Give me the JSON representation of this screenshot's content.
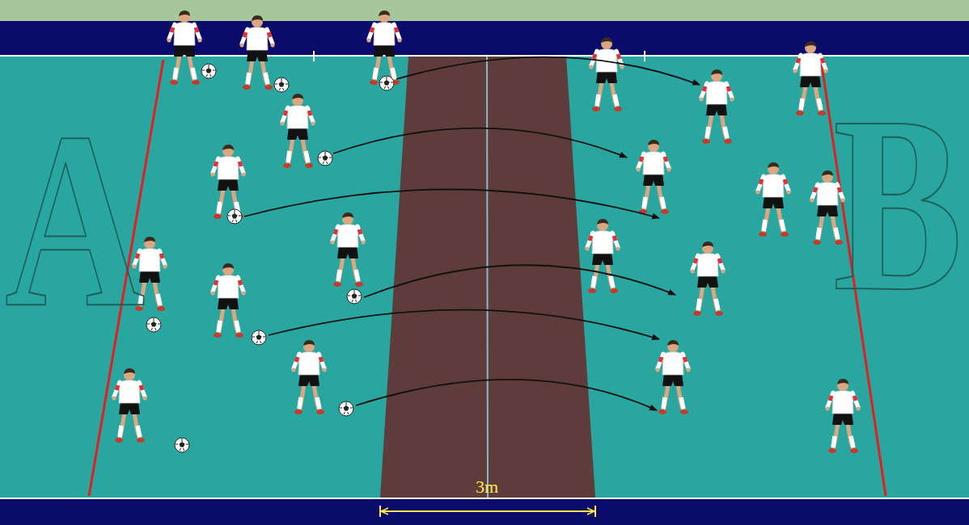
{
  "diagram": {
    "labels": [
      "A",
      "B",
      "3m"
    ]
  }
}
